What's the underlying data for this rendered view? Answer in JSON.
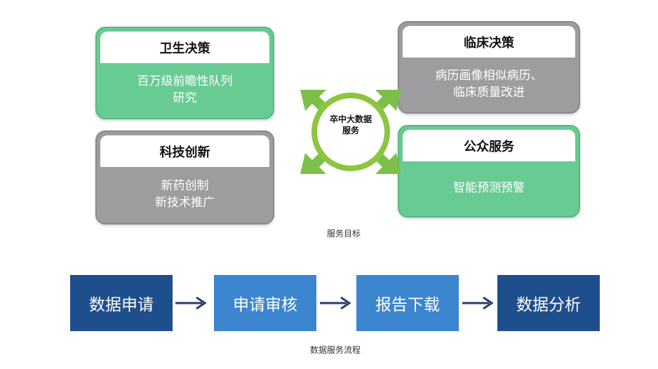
{
  "service_goals": {
    "hub_label_line1": "卒中大数据",
    "hub_label_line2": "服务",
    "cards": [
      {
        "title": "卫生决策",
        "lines": [
          "百万级前瞻性队列",
          "研究"
        ],
        "color": "#68cb94"
      },
      {
        "title": "科技创新",
        "lines": [
          "新药创制",
          "新技术推广"
        ],
        "color": "#9d9d9f"
      },
      {
        "title": "临床决策",
        "lines": [
          "病历画像相似病历、",
          "临床质量改进"
        ],
        "color": "#9d9d9f"
      },
      {
        "title": "公众服务",
        "lines": [
          "智能预测预警"
        ],
        "color": "#68cb94"
      }
    ],
    "caption": "服务目标"
  },
  "data_flow": {
    "steps": [
      {
        "label": "数据申请",
        "color": "#1f4e8c"
      },
      {
        "label": "申请审核",
        "color": "#3b86cf"
      },
      {
        "label": "报告下载",
        "color": "#3b86cf"
      },
      {
        "label": "数据分析",
        "color": "#1f4e8c"
      }
    ],
    "arrow_color": "#2b3d6b",
    "caption": "数据服务流程"
  },
  "colors": {
    "hub_green": "#8cc63f",
    "hub_arrow_green": "#7cc04a"
  }
}
